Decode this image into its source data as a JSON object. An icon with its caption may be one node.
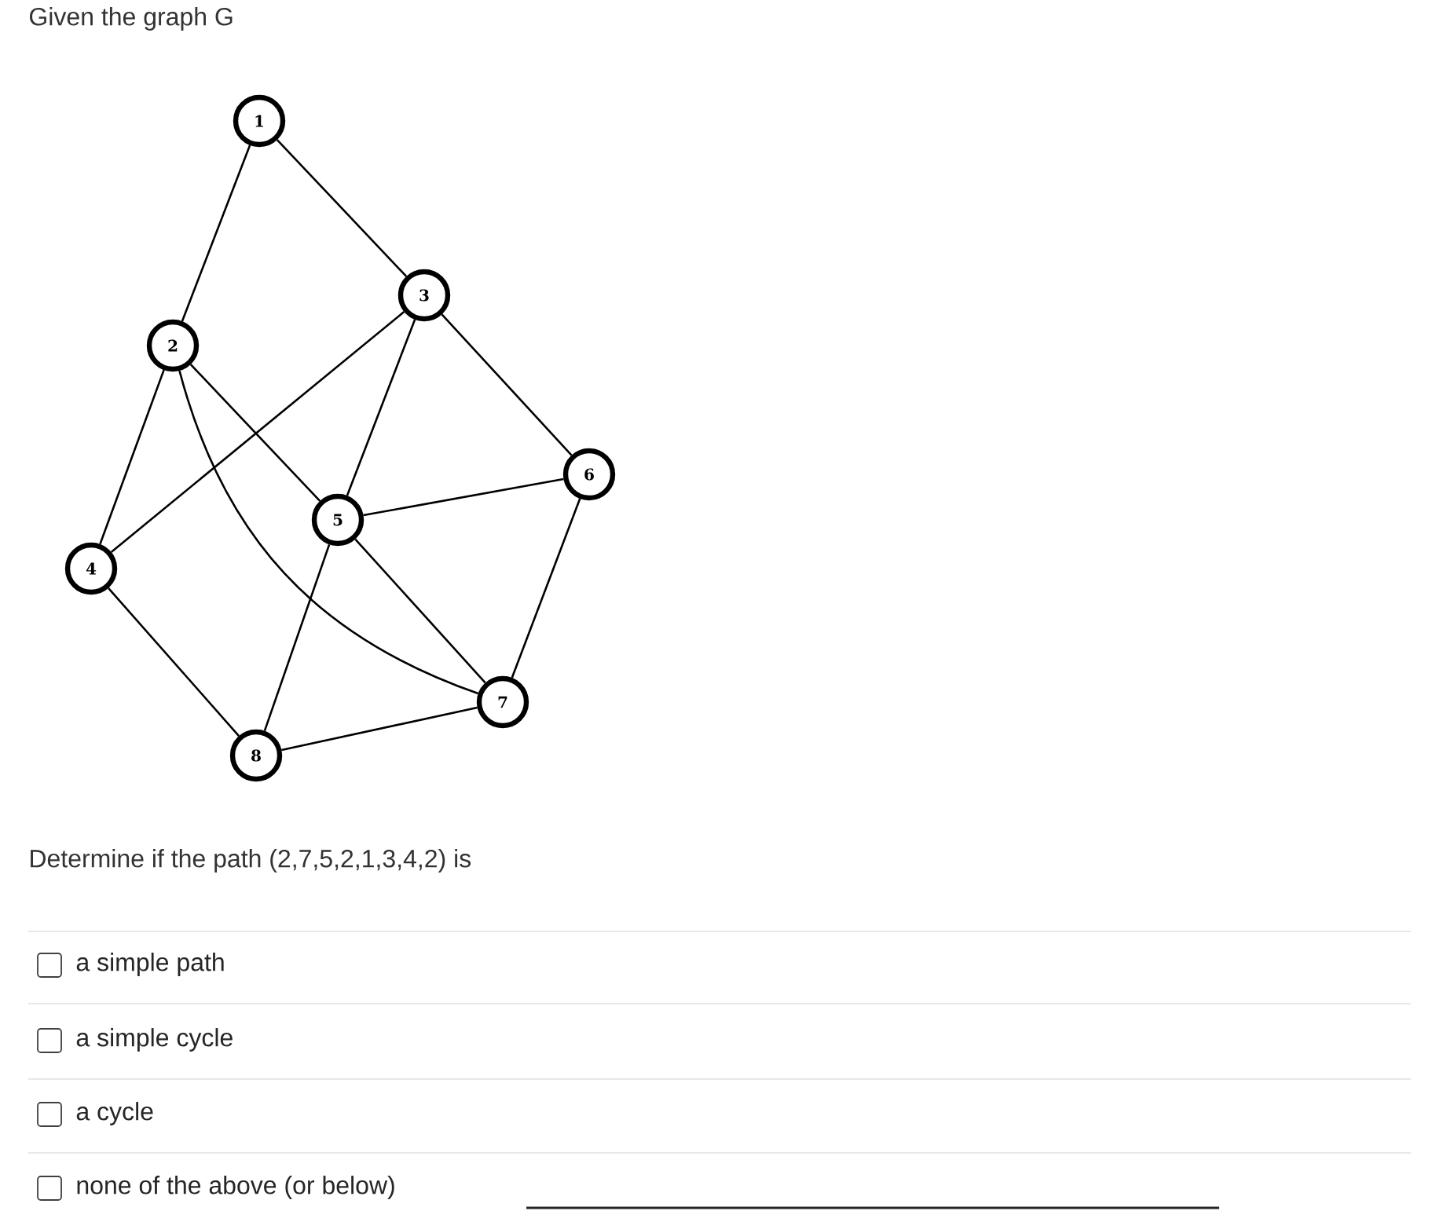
{
  "diagram": {
    "title": "Given the graph G",
    "nodes": [
      {
        "text": [
          "1"
        ]
      },
      {
        "text": [
          "2"
        ]
      },
      {
        "text": [
          "3"
        ]
      },
      {
        "text": [
          "4"
        ]
      },
      {
        "text": [
          "5"
        ]
      },
      {
        "text": [
          "6"
        ]
      },
      {
        "text": [
          "7"
        ]
      },
      {
        "text": [
          "8"
        ]
      }
    ],
    "edges": [
      {
        "from": 0,
        "to": 1,
        "arrow": "none"
      },
      {
        "from": 0,
        "to": 2,
        "arrow": "none"
      },
      {
        "from": 1,
        "to": 3,
        "arrow": "none"
      },
      {
        "from": 1,
        "to": 4,
        "arrow": "none"
      },
      {
        "from": 1,
        "to": 6,
        "arrow": "none"
      },
      {
        "from": 2,
        "to": 3,
        "arrow": "none"
      },
      {
        "from": 2,
        "to": 4,
        "arrow": "none"
      },
      {
        "from": 2,
        "to": 5,
        "arrow": "none"
      },
      {
        "from": 4,
        "to": 5,
        "arrow": "none"
      },
      {
        "from": 4,
        "to": 6,
        "arrow": "none"
      },
      {
        "from": 4,
        "to": 7,
        "arrow": "none"
      },
      {
        "from": 3,
        "to": 7,
        "arrow": "none"
      },
      {
        "from": 5,
        "to": 6,
        "arrow": "none"
      },
      {
        "from": 7,
        "to": 6,
        "arrow": "none"
      }
    ],
    "labels": [
      "Determine if the path (2,7,5,2,1,3,4,2) is",
      "a simple path",
      "a simple cycle",
      "a cycle",
      "none of the above (or below)"
    ]
  }
}
